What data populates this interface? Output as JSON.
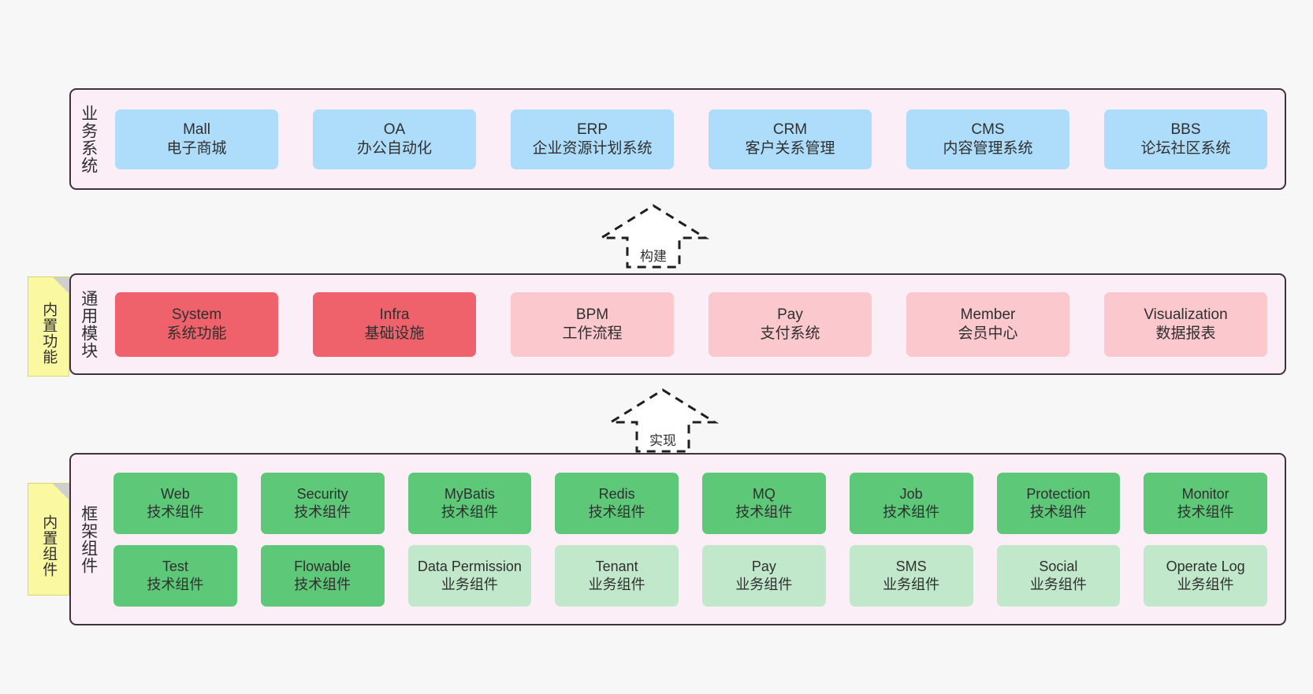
{
  "layers": [
    {
      "id": "business",
      "label": "业务系统",
      "cards": [
        {
          "en": "Mall",
          "cn": "电子商城"
        },
        {
          "en": "OA",
          "cn": "办公自动化"
        },
        {
          "en": "ERP",
          "cn": "企业资源计划系统"
        },
        {
          "en": "CRM",
          "cn": "客户关系管理"
        },
        {
          "en": "CMS",
          "cn": "内容管理系统"
        },
        {
          "en": "BBS",
          "cn": "论坛社区系统"
        }
      ]
    },
    {
      "id": "common",
      "label": "通用模块",
      "cards": [
        {
          "en": "System",
          "cn": "系统功能",
          "color": "#f0626b"
        },
        {
          "en": "Infra",
          "cn": "基础设施",
          "color": "#f0626b"
        },
        {
          "en": "BPM",
          "cn": "工作流程",
          "color": "#fbc8cd"
        },
        {
          "en": "Pay",
          "cn": "支付系统",
          "color": "#fbc8cd"
        },
        {
          "en": "Member",
          "cn": "会员中心",
          "color": "#fbc8cd"
        },
        {
          "en": "Visualization",
          "cn": "数据报表",
          "color": "#fbc8cd"
        }
      ]
    },
    {
      "id": "framework",
      "label": "框架组件",
      "rows": [
        [
          {
            "en": "Web",
            "cn": "技术组件",
            "color": "#5cc878"
          },
          {
            "en": "Security",
            "cn": "技术组件",
            "color": "#5cc878"
          },
          {
            "en": "MyBatis",
            "cn": "技术组件",
            "color": "#5cc878"
          },
          {
            "en": "Redis",
            "cn": "技术组件",
            "color": "#5cc878"
          },
          {
            "en": "MQ",
            "cn": "技术组件",
            "color": "#5cc878"
          },
          {
            "en": "Job",
            "cn": "技术组件",
            "color": "#5cc878"
          },
          {
            "en": "Protection",
            "cn": "技术组件",
            "color": "#5cc878"
          },
          {
            "en": "Monitor",
            "cn": "技术组件",
            "color": "#5cc878"
          }
        ],
        [
          {
            "en": "Test",
            "cn": "技术组件",
            "color": "#5cc878"
          },
          {
            "en": "Flowable",
            "cn": "技术组件",
            "color": "#5cc878"
          },
          {
            "en": "Data Permission",
            "cn": "业务组件",
            "color": "#c2e8cb"
          },
          {
            "en": "Tenant",
            "cn": "业务组件",
            "color": "#c2e8cb"
          },
          {
            "en": "Pay",
            "cn": "业务组件",
            "color": "#c2e8cb"
          },
          {
            "en": "SMS",
            "cn": "业务组件",
            "color": "#c2e8cb"
          },
          {
            "en": "Social",
            "cn": "业务组件",
            "color": "#c2e8cb"
          },
          {
            "en": "Operate Log",
            "cn": "业务组件",
            "color": "#c2e8cb"
          }
        ]
      ]
    }
  ],
  "notes": {
    "builtin_function": "内置功能",
    "builtin_component": "内置组件"
  },
  "arrows": {
    "build": "构建",
    "implement": "实现"
  },
  "colors": {
    "panel_background": "#fbeef6",
    "panel_border": "#40323c",
    "business_card": "#aeddfb",
    "module_core": "#f0626b",
    "module_optional": "#fbc8cd",
    "component_tech": "#5cc878",
    "component_business": "#c2e8cb",
    "note_background": "#faf8a0",
    "canvas": "#f7f7f7"
  }
}
